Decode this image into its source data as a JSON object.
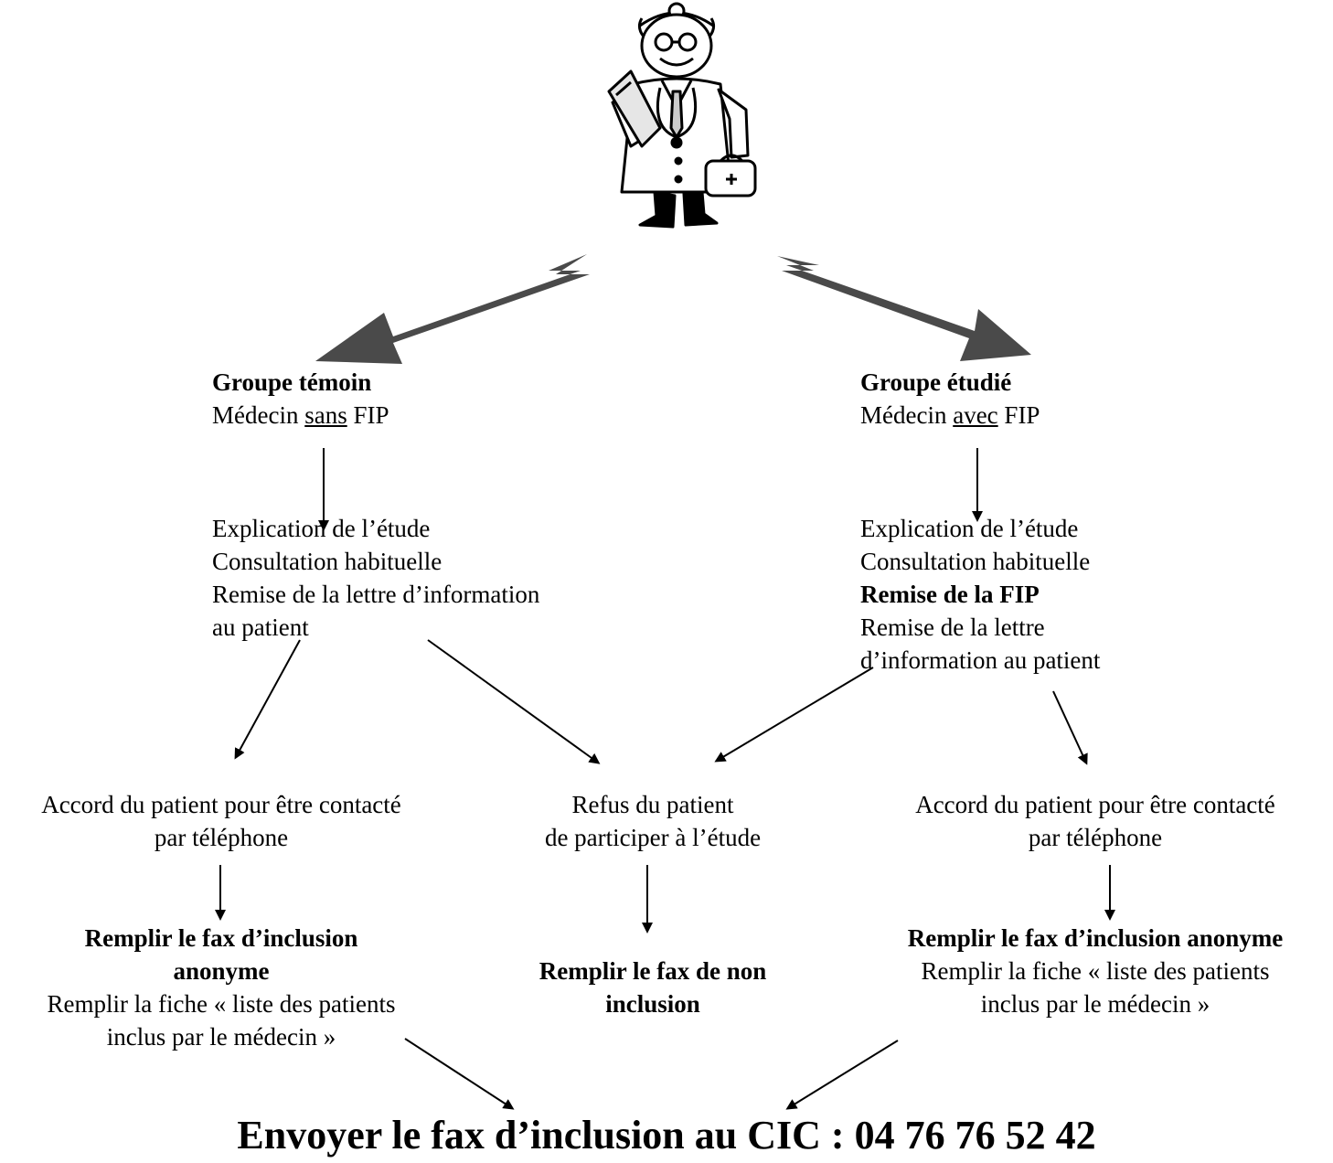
{
  "left_group": {
    "title": "Groupe témoin",
    "line_pre": "Médecin ",
    "line_under": "sans",
    "line_post": " FIP"
  },
  "right_group": {
    "title": "Groupe étudié",
    "line_pre": "Médecin ",
    "line_under": "avec",
    "line_post": " FIP"
  },
  "left_steps": [
    "Explication de l’étude",
    "Consultation habituelle",
    "Remise de la lettre d’information",
    "au patient"
  ],
  "right_steps": {
    "line1": "Explication de l’étude",
    "line2": "Consultation habituelle",
    "line3_bold": "Remise de la FIP",
    "line4": "Remise de la lettre",
    "line5": "d’information au patient"
  },
  "left_accord": [
    "Accord du patient pour être contacté",
    "par téléphone"
  ],
  "refus": [
    "Refus du patient",
    "de participer à l’étude"
  ],
  "right_accord": [
    "Accord du patient pour être contacté",
    "par téléphone"
  ],
  "left_action": {
    "bold1": "Remplir le fax d’inclusion",
    "bold2": "anonyme",
    "line3": "Remplir la fiche « liste des patients",
    "line4": "inclus par le médecin »"
  },
  "middle_action": {
    "bold1": "Remplir le fax de non",
    "bold2": "inclusion"
  },
  "right_action": {
    "bold1": "Remplir le fax d’inclusion anonyme",
    "line2": "Remplir la fiche « liste des patients",
    "line3": "inclus par le médecin »"
  },
  "final_instruction": "Envoyer le fax d’inclusion au CIC : 04 76 76 52 42",
  "colors": {
    "text": "#000000",
    "thick_arrow": "#4a4a4a"
  },
  "icons": {
    "doctor": "doctor-cartoon-icon"
  }
}
